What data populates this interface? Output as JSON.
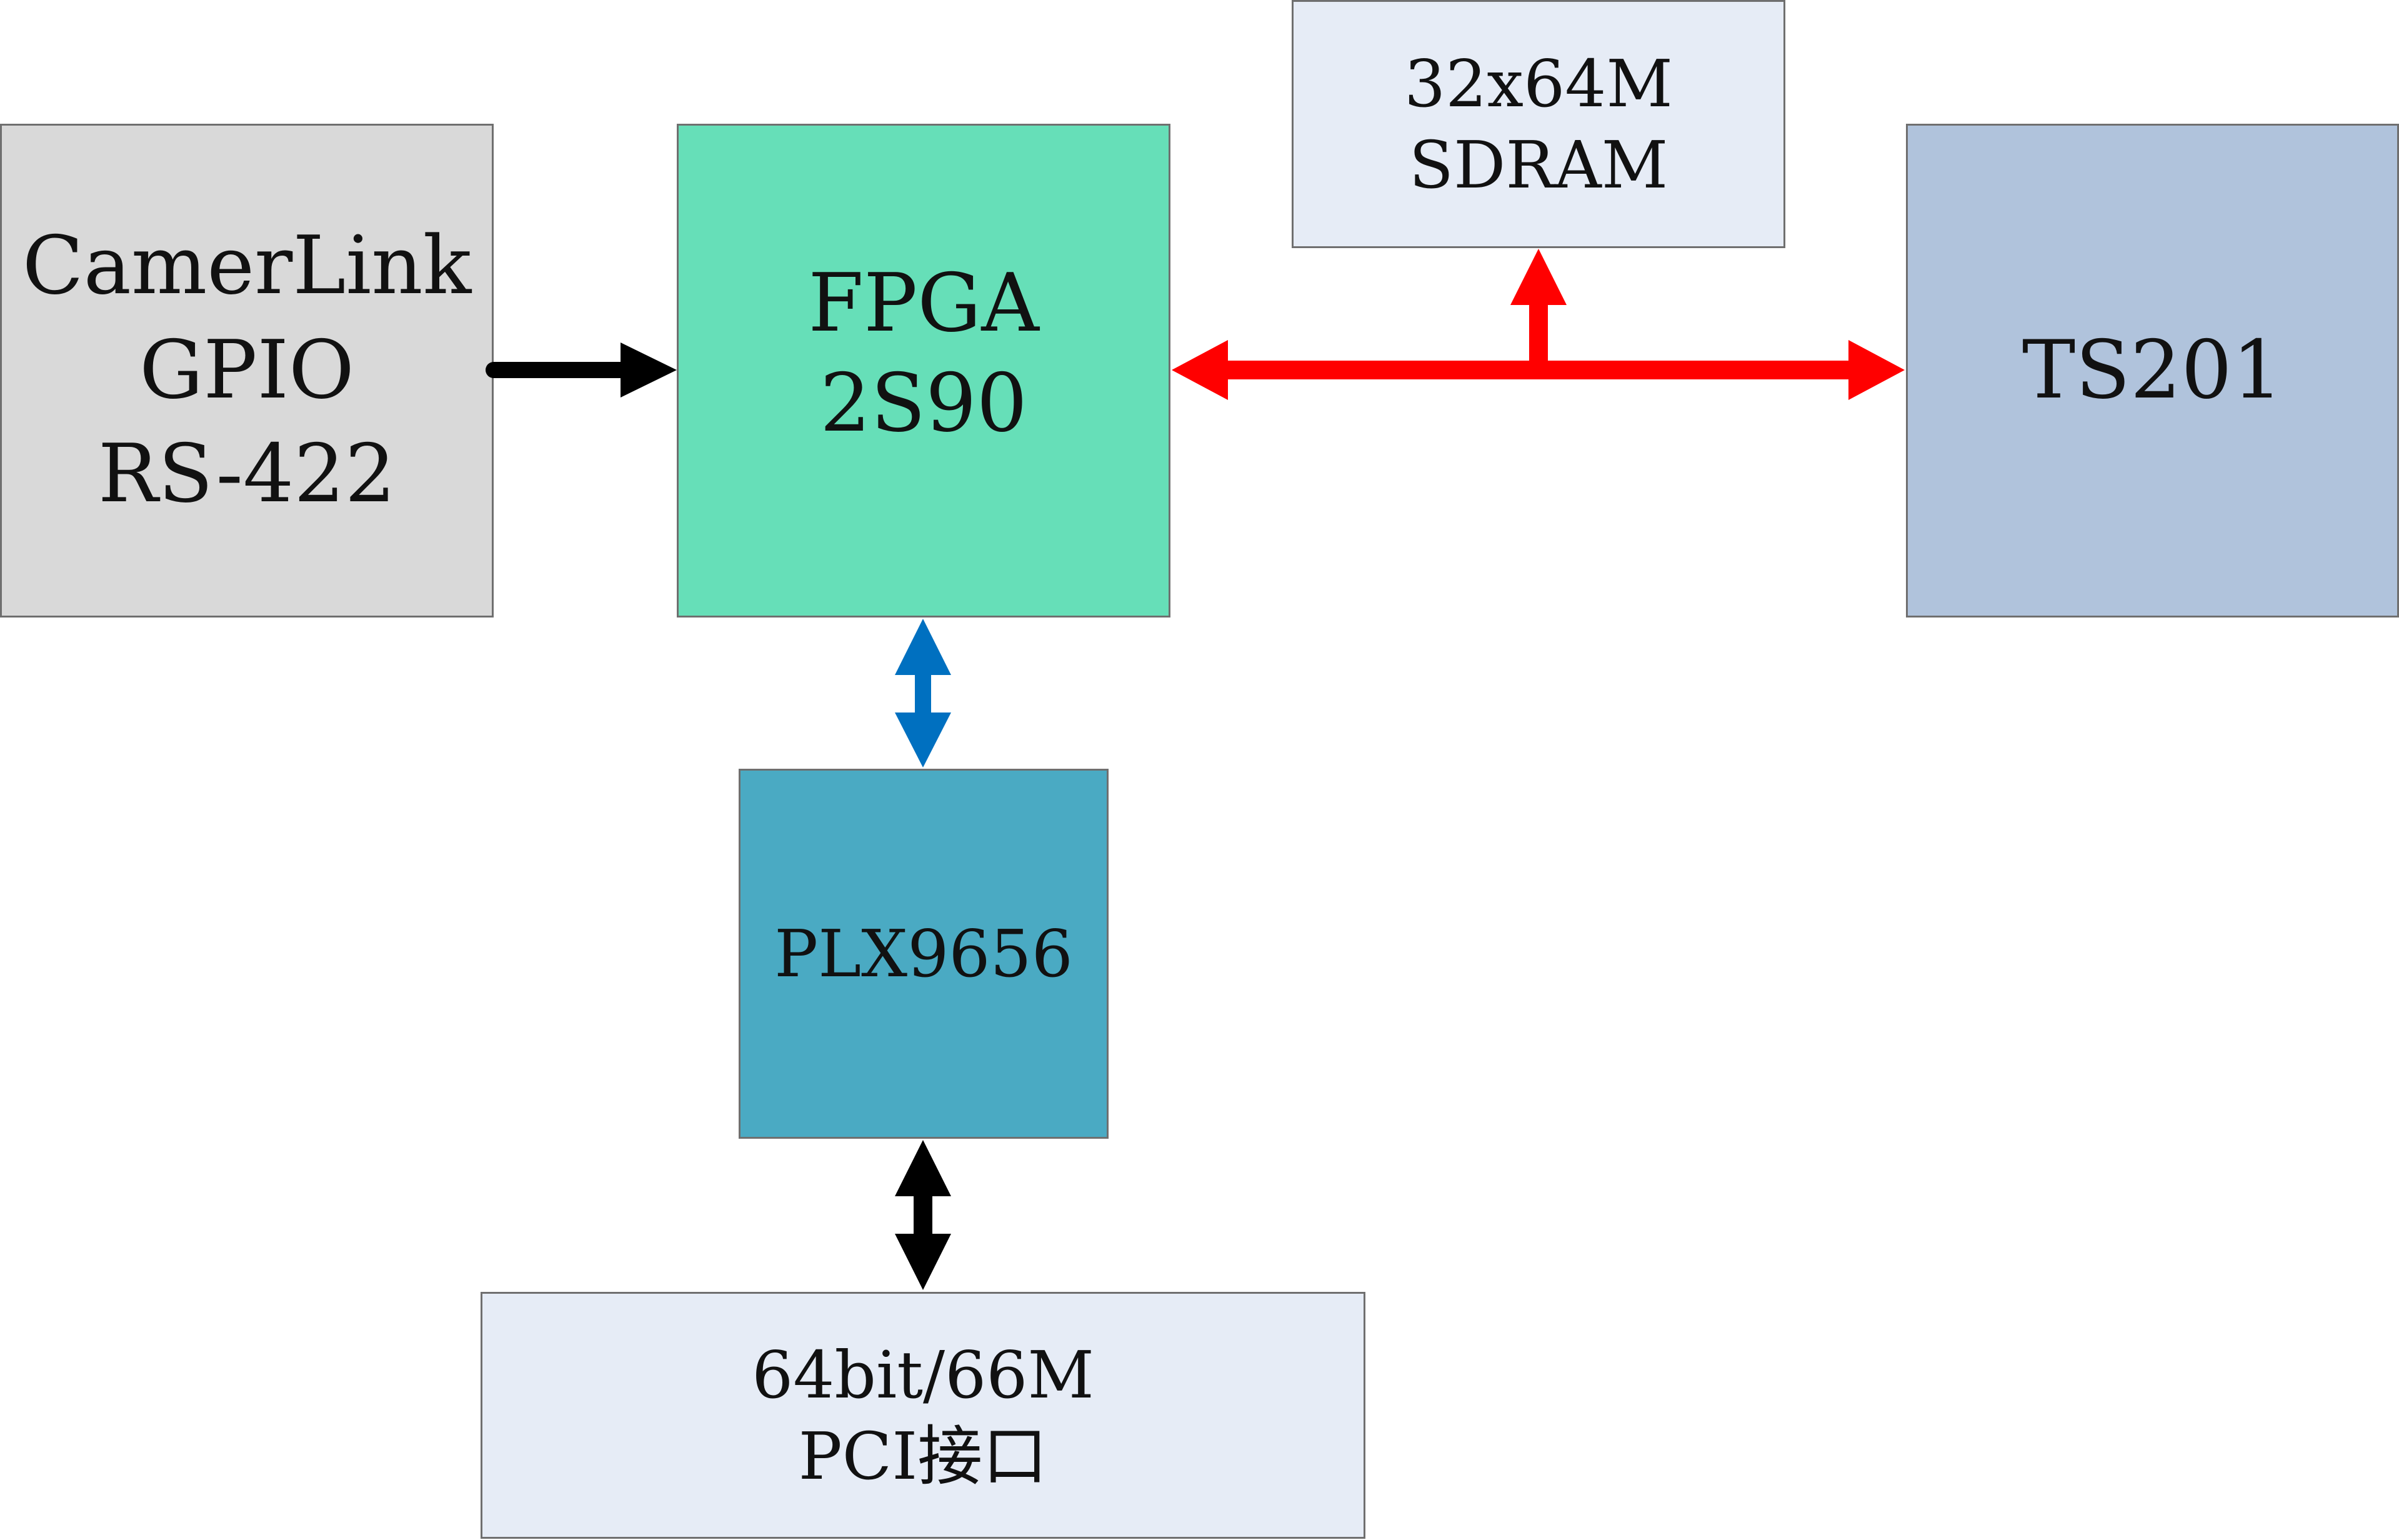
{
  "blocks": {
    "camerlink": {
      "lines": [
        "CamerLink",
        "GPIO",
        "RS-422"
      ],
      "color": "#d9d9d9"
    },
    "fpga": {
      "lines": [
        "FPGA",
        "2S90"
      ],
      "color": "#66dfb8"
    },
    "sdram": {
      "lines": [
        "32x64M",
        "SDRAM"
      ],
      "color": "#e6ecf6"
    },
    "ts201": {
      "lines": [
        "TS201"
      ],
      "color": "#b0c3dc"
    },
    "plx": {
      "lines": [
        "PLX9656"
      ],
      "color": "#4aaac3"
    },
    "pci": {
      "lines": [
        "64bit/66M",
        "PCI接口"
      ],
      "color": "#e6ecf6"
    }
  },
  "connections": [
    {
      "from": "camerlink",
      "to": "fpga",
      "direction": "one-way",
      "color": "#000000"
    },
    {
      "from": "fpga",
      "to": "ts201",
      "direction": "two-way",
      "color": "#ff0000"
    },
    {
      "from": "fpga-ts201-bus",
      "to": "sdram",
      "direction": "one-way",
      "color": "#ff0000"
    },
    {
      "from": "fpga",
      "to": "plx",
      "direction": "two-way",
      "color": "#0070c0"
    },
    {
      "from": "plx",
      "to": "pci",
      "direction": "two-way",
      "color": "#000000"
    }
  ]
}
